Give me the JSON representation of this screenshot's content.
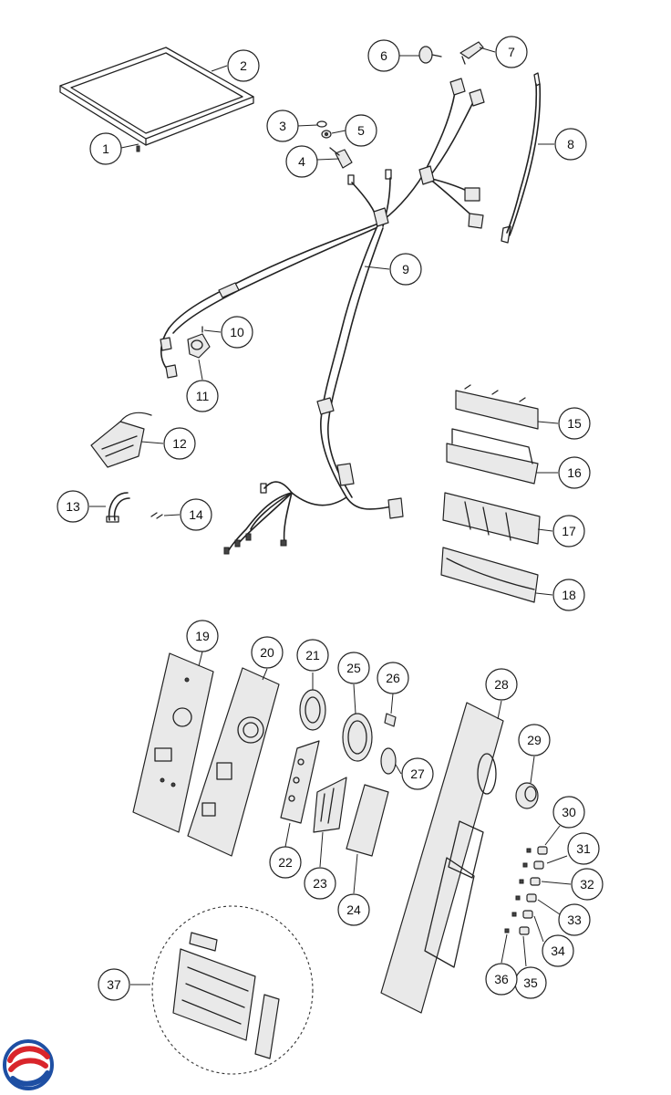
{
  "diagram": {
    "type": "exploded-parts-view",
    "callouts": [
      {
        "id": "1",
        "label": "1"
      },
      {
        "id": "2",
        "label": "2"
      },
      {
        "id": "3",
        "label": "3"
      },
      {
        "id": "4",
        "label": "4"
      },
      {
        "id": "5",
        "label": "5"
      },
      {
        "id": "6",
        "label": "6"
      },
      {
        "id": "7",
        "label": "7"
      },
      {
        "id": "8",
        "label": "8"
      },
      {
        "id": "9",
        "label": "9"
      },
      {
        "id": "10",
        "label": "10"
      },
      {
        "id": "11",
        "label": "11"
      },
      {
        "id": "12",
        "label": "12"
      },
      {
        "id": "13",
        "label": "13"
      },
      {
        "id": "14",
        "label": "14"
      },
      {
        "id": "15",
        "label": "15"
      },
      {
        "id": "16",
        "label": "16"
      },
      {
        "id": "17",
        "label": "17"
      },
      {
        "id": "18",
        "label": "18"
      },
      {
        "id": "19",
        "label": "19"
      },
      {
        "id": "20",
        "label": "20"
      },
      {
        "id": "21",
        "label": "21"
      },
      {
        "id": "22",
        "label": "22"
      },
      {
        "id": "23",
        "label": "23"
      },
      {
        "id": "24",
        "label": "24"
      },
      {
        "id": "25",
        "label": "25"
      },
      {
        "id": "26",
        "label": "26"
      },
      {
        "id": "27",
        "label": "27"
      },
      {
        "id": "28",
        "label": "28"
      },
      {
        "id": "29",
        "label": "29"
      },
      {
        "id": "30",
        "label": "30"
      },
      {
        "id": "31",
        "label": "31"
      },
      {
        "id": "32",
        "label": "32"
      },
      {
        "id": "33",
        "label": "33"
      },
      {
        "id": "34",
        "label": "34"
      },
      {
        "id": "35",
        "label": "35"
      },
      {
        "id": "36",
        "label": "36"
      },
      {
        "id": "37",
        "label": "37"
      }
    ]
  },
  "logo": {
    "icon": "brand-logo-icon",
    "colors": {
      "red": "#d9252b",
      "blue": "#1e4fa3"
    }
  }
}
